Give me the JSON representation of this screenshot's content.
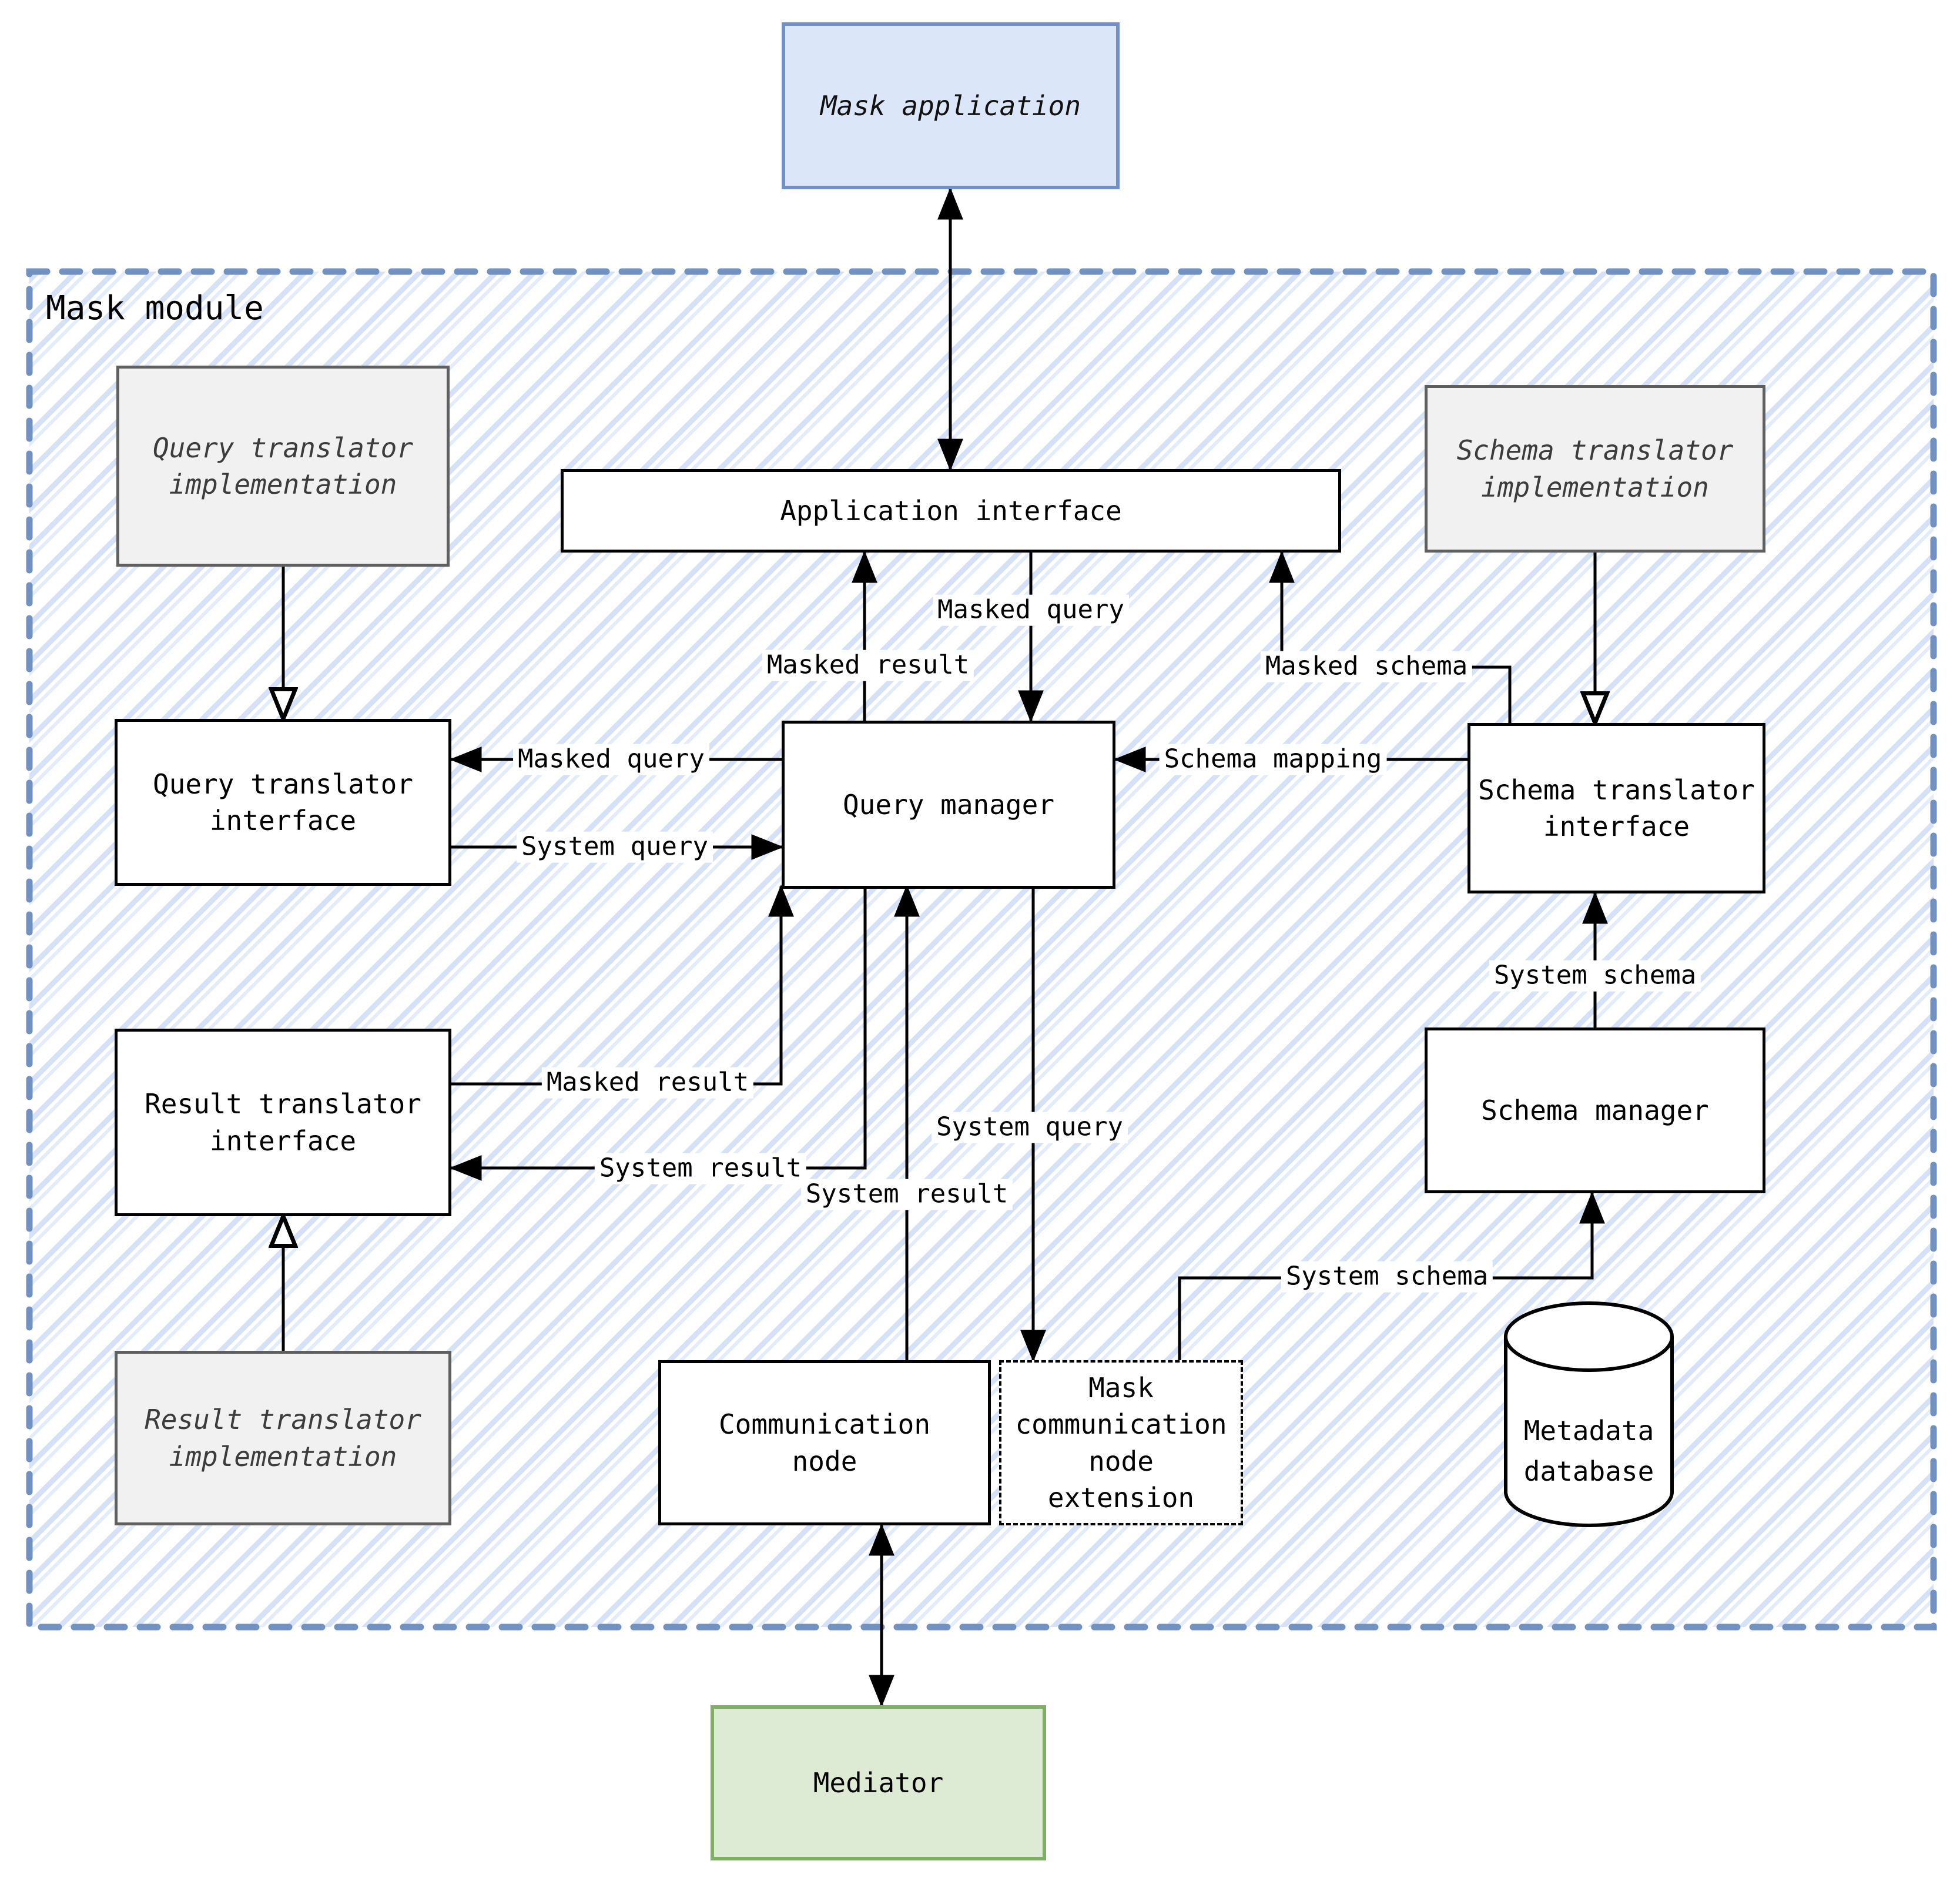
{
  "diagram_title": "Mask module",
  "external_nodes": {
    "mask_application": "Mask application",
    "mediator": "Mediator"
  },
  "module": {
    "label": "Mask module",
    "nodes": {
      "query_translator_implementation": "Query translator\nimplementation",
      "schema_translator_implementation": "Schema translator\nimplementation",
      "application_interface": "Application interface",
      "query_translator_interface": "Query translator\ninterface",
      "query_manager": "Query manager",
      "schema_translator_interface": "Schema translator\ninterface",
      "result_translator_interface": "Result translator\ninterface",
      "result_translator_implementation": "Result translator\nimplementation",
      "schema_manager": "Schema manager",
      "communication_node": "Communication\nnode",
      "mask_communication_node_extension": "Mask\ncommunication\nnode\nextension",
      "metadata_database": "Metadata\ndatabase"
    }
  },
  "edge_labels": {
    "masked_query_top": "Masked query",
    "masked_result_top": "Masked result",
    "masked_schema": "Masked schema",
    "masked_query_left": "Masked query",
    "system_query_left": "System query",
    "schema_mapping": "Schema mapping",
    "system_schema_upper": "System schema",
    "masked_result_left": "Masked result",
    "system_result_left": "System result",
    "system_result_mid": "System result",
    "system_query_mid": "System query",
    "system_schema_lower": "System schema"
  },
  "colors": {
    "module_border": "#7191c0",
    "hatch_stripe": "#d4e1f6",
    "hatch_stripe_light": "#e3ecfa",
    "app_fill": "#dbe7f8",
    "app_border": "#7191c4",
    "mediator_fill": "#ddebd5",
    "mediator_border": "#7fae66",
    "impl_fill": "#f1f1f1",
    "impl_border": "#5f5f5f",
    "line": "#000000"
  }
}
